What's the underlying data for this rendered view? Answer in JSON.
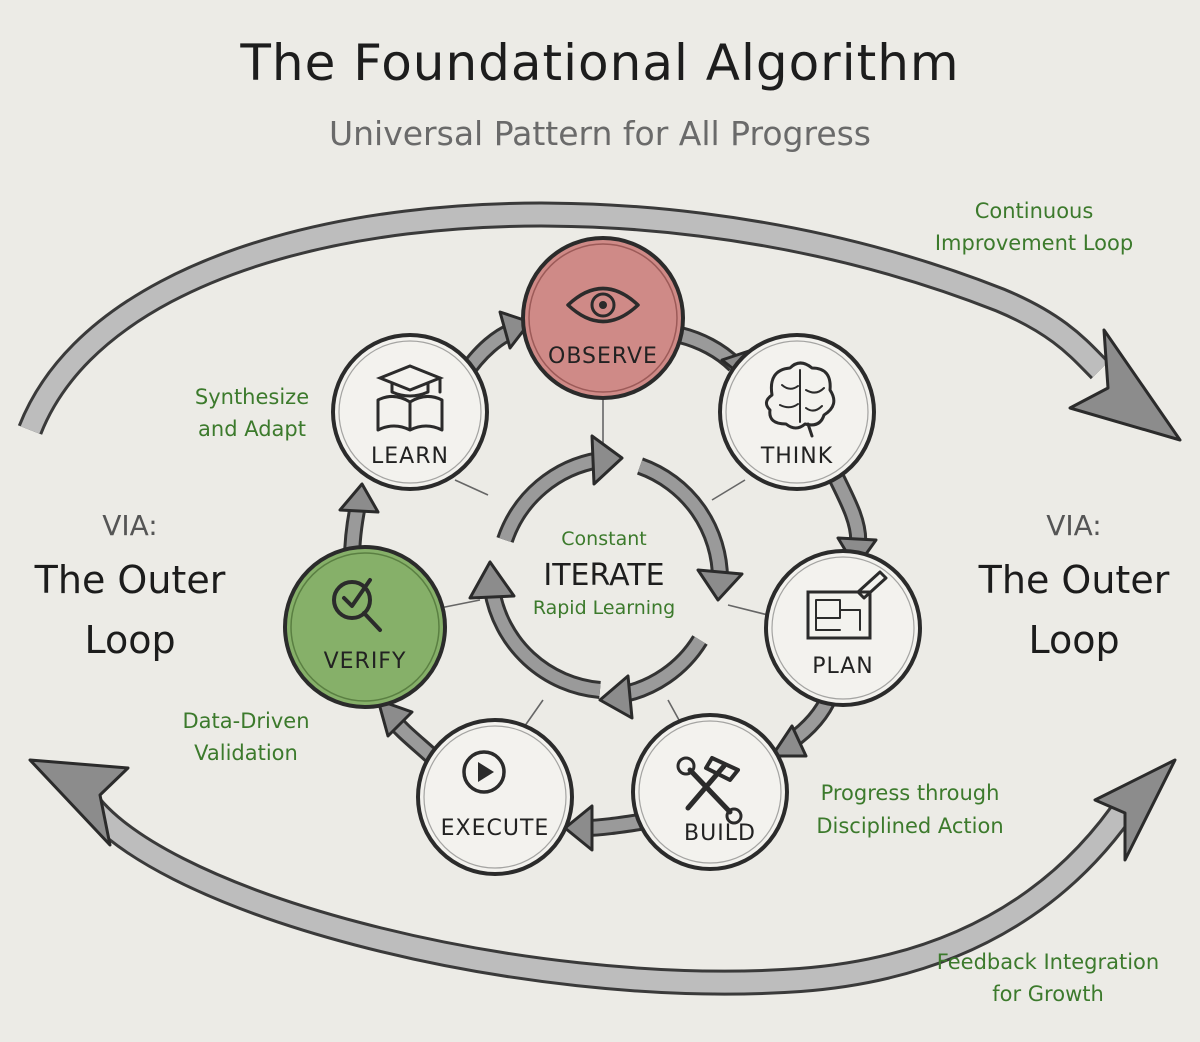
{
  "title": "The Foundational Algorithm",
  "subtitle": "Universal Pattern for All Progress",
  "center": {
    "top": "Constant",
    "main": "ITERATE",
    "bottom": "Rapid Learning"
  },
  "nodes": {
    "observe": {
      "label": "OBSERVE",
      "icon": "eye-icon",
      "fill": "#cf8a87"
    },
    "think": {
      "label": "THINK",
      "icon": "brain-icon"
    },
    "plan": {
      "label": "PLAN",
      "icon": "blueprint-icon"
    },
    "build": {
      "label": "BUILD",
      "icon": "tools-icon"
    },
    "execute": {
      "label": "EXECUTE",
      "icon": "play-icon"
    },
    "verify": {
      "label": "VERIFY",
      "icon": "magnifier-check-icon",
      "fill": "#86b069"
    },
    "learn": {
      "label": "LEARN",
      "icon": "graduation-book-icon"
    }
  },
  "notes": {
    "synthesize": [
      "Synthesize",
      "and Adapt"
    ],
    "data_driven": [
      "Data-Driven",
      "Validation"
    ],
    "progress": [
      "Progress through",
      "Disciplined Action"
    ],
    "continuous": [
      "Continuous",
      "Improvement Loop"
    ],
    "feedback": [
      "Feedback Integration",
      "for Growth"
    ]
  },
  "via_left": {
    "small": "VIA:",
    "line1": "The Outer",
    "line2": "Loop"
  },
  "via_right": {
    "small": "VIA:",
    "line1": "The Outer",
    "line2": "Loop"
  },
  "colors": {
    "background": "#ecebe6",
    "observe": "#cf8a87",
    "verify": "#86b069",
    "note_green": "#3c7a2c"
  }
}
